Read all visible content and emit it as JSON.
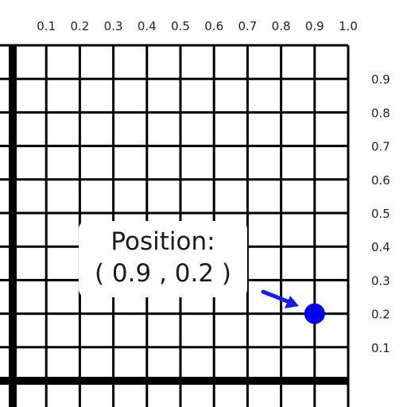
{
  "axes": {
    "x_ticks": [
      "0.1",
      "0.2",
      "0.3",
      "0.4",
      "0.5",
      "0.6",
      "0.7",
      "0.8",
      "0.9",
      "1.0"
    ],
    "y_ticks": [
      "0.9",
      "0.8",
      "0.7",
      "0.6",
      "0.5",
      "0.4",
      "0.3",
      "0.2",
      "0.1"
    ]
  },
  "position_label": {
    "title": "Position:",
    "value": "( 0.9 , 0.2 )"
  },
  "marker": {
    "x": 0.9,
    "y": 0.2,
    "color": "#0000ee"
  },
  "arrow": {
    "color": "#1a1aee"
  },
  "grid": {
    "line_color": "#000000"
  }
}
